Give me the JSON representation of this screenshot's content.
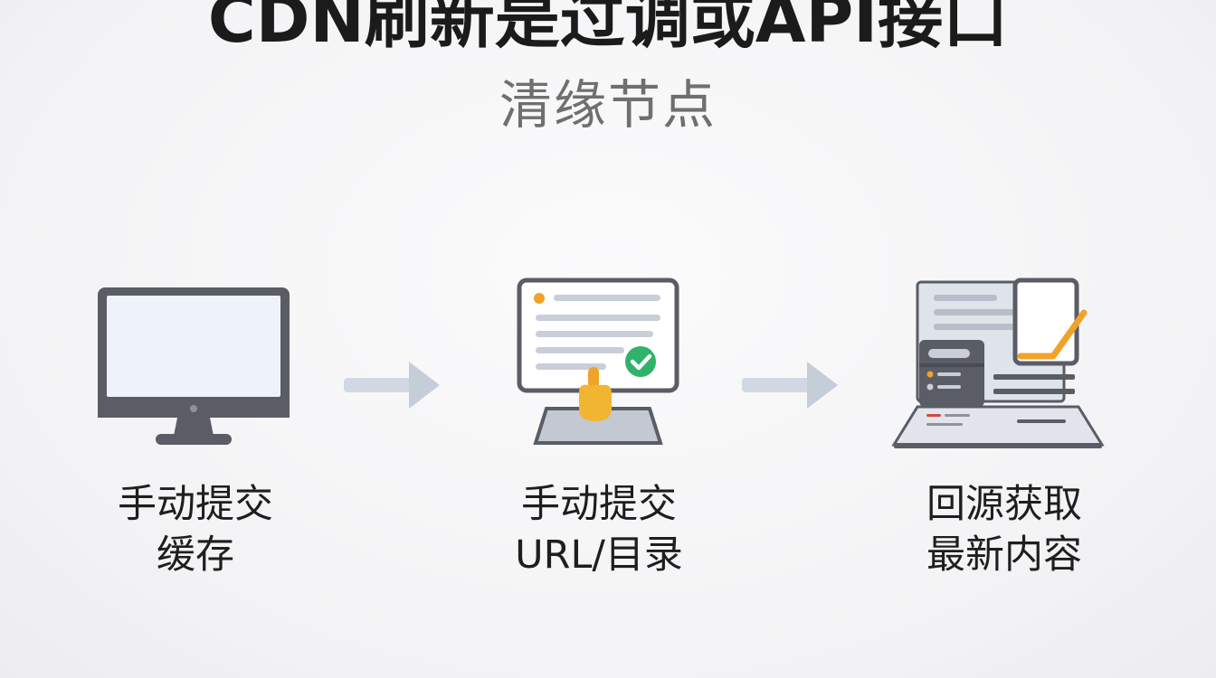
{
  "title": "CDN刷新是过调或API接口",
  "subtitle": "清缘节点",
  "steps": [
    {
      "line1": "手动提交",
      "line2": "缓存",
      "icon": "monitor-icon"
    },
    {
      "line1": "手动提交",
      "line2": "URL/目录",
      "icon": "submit-form-icon"
    },
    {
      "line1": "回源获取",
      "line2": "最新内容",
      "icon": "server-document-icon"
    }
  ],
  "colors": {
    "dark_gray": "#5a5c66",
    "screen": "#eef3f9",
    "arrow": "#c5cdd9",
    "accent_orange": "#f0a32a",
    "check_green": "#2fb36b",
    "text": "#1e1e1e"
  }
}
